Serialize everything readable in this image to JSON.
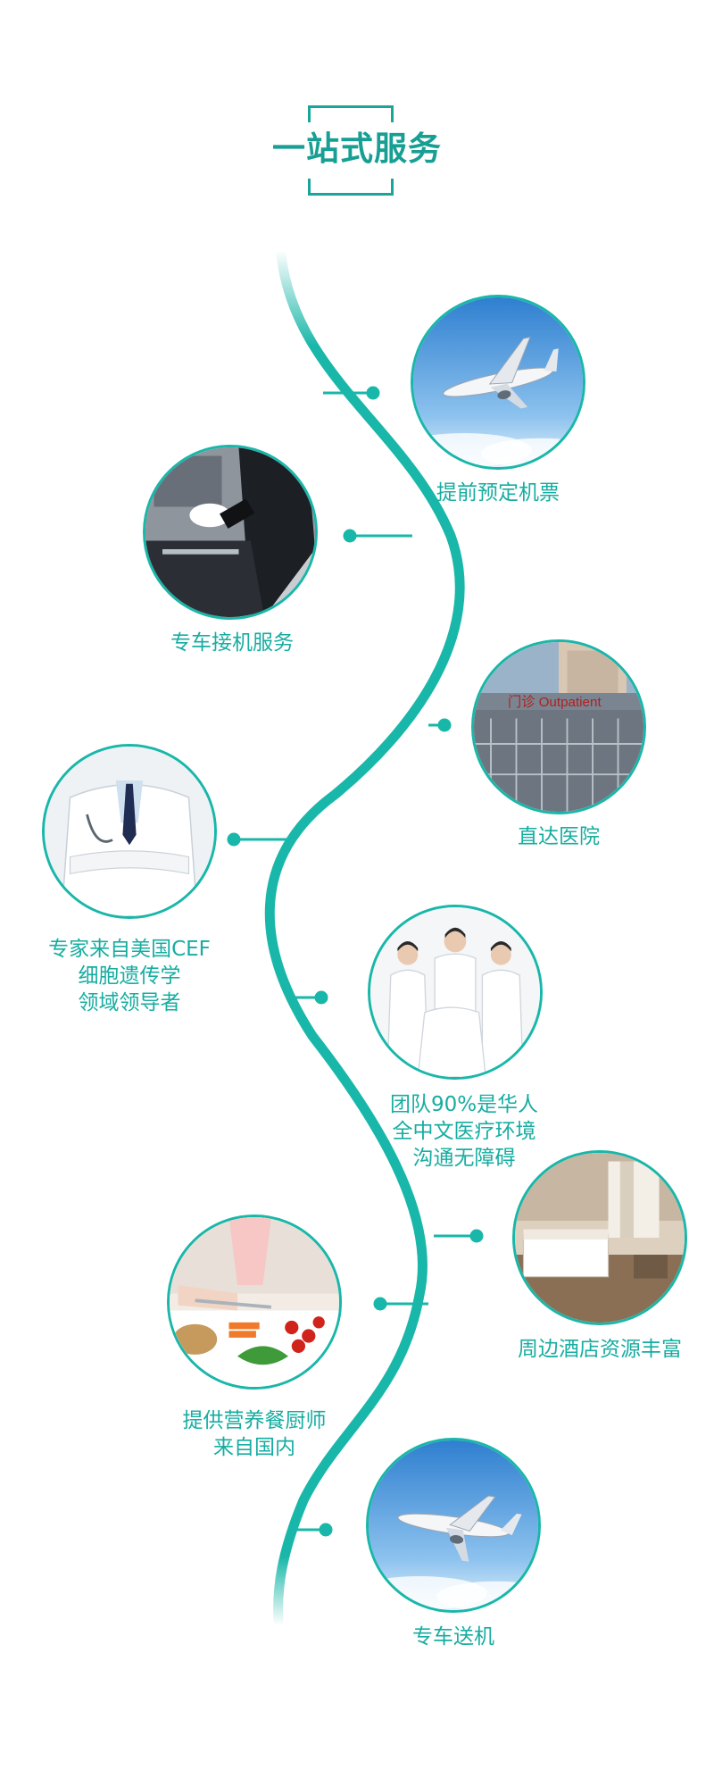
{
  "title": "一站式服务",
  "colors": {
    "accent": "#19b7a9",
    "title": "#179f94",
    "label": "#17ada1"
  },
  "steps": [
    {
      "image": "airplane-in-blue-sky",
      "lines": [
        "提前预定机票"
      ]
    },
    {
      "image": "white-gloved-hand-opening-car-door",
      "lines": [
        "专车接机服务"
      ]
    },
    {
      "image": "hospital-outpatient-building",
      "sign": "门诊 Outpatient",
      "lines": [
        "直达医院"
      ]
    },
    {
      "image": "doctor-in-white-coat-arms-crossed",
      "lines": [
        "专家来自美国CEF",
        "细胞遗传学",
        "领域领导者"
      ]
    },
    {
      "image": "medical-team-in-white-coats",
      "lines": [
        "团队90%是华人",
        "全中文医疗环境",
        "沟通无障碍"
      ]
    },
    {
      "image": "hotel-room",
      "lines": [
        "周边酒店资源丰富"
      ]
    },
    {
      "image": "chef-cutting-vegetables",
      "lines": [
        "提供营养餐厨师",
        "来自国内"
      ]
    },
    {
      "image": "airplane-in-blue-sky",
      "lines": [
        "专车送机"
      ]
    }
  ]
}
